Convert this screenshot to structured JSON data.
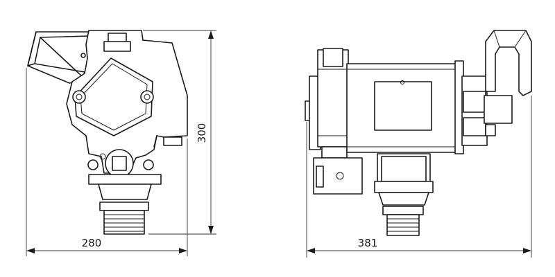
{
  "front_view": {
    "width_label": "280",
    "height_label": "300"
  },
  "side_view": {
    "length_label": "381"
  }
}
